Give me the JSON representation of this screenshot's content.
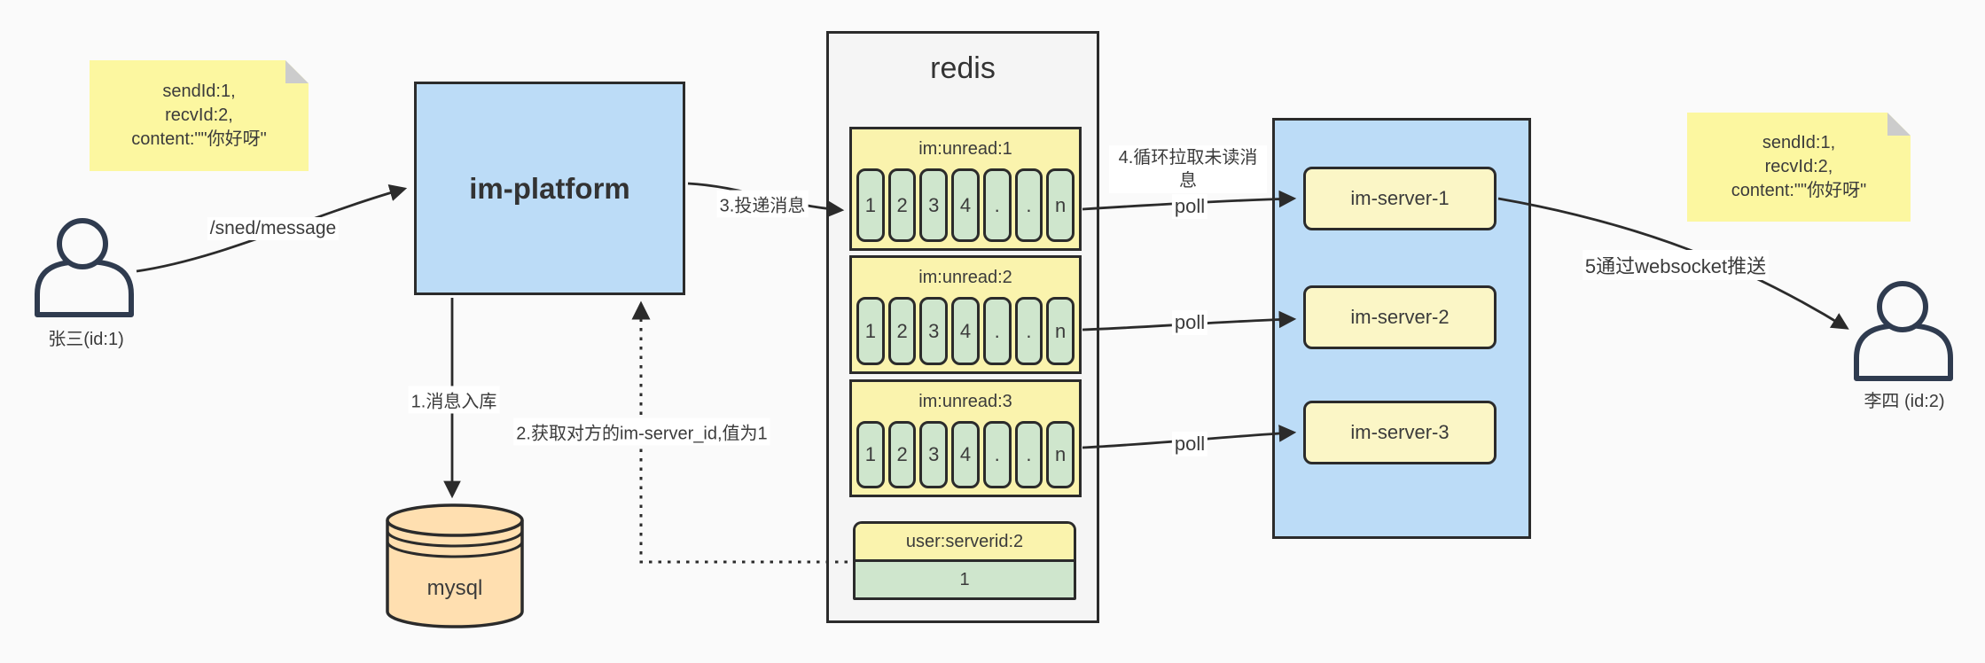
{
  "colors": {
    "background": "#fafafa",
    "container_gray": "#f5f5f5",
    "container_blue": "#bcdcf7",
    "note_yellow": "#fcf7a0",
    "queue_yellow": "#faf3ad",
    "server_yellow": "#fbf6c6",
    "cell_green": "#cfe6cd",
    "mysql_peach": "#ffdfb0",
    "line_dark": "#2b2b2b"
  },
  "actors": {
    "sender": {
      "label": "张三(id:1)"
    },
    "receiver": {
      "label": "李四 (id:2)"
    }
  },
  "notes": {
    "left": {
      "lines": [
        "sendId:1,",
        "recvId:2,",
        "content:\"\"你好呀\""
      ]
    },
    "right": {
      "lines": [
        "sendId:1,",
        "recvId:2,",
        "content:\"\"你好呀\""
      ]
    }
  },
  "platform": {
    "label": "im-platform"
  },
  "database": {
    "label": "mysql"
  },
  "redis": {
    "title": "redis",
    "queues": [
      {
        "title": "im:unread:1",
        "cells": [
          "1",
          "2",
          "3",
          "4",
          ".",
          ".",
          "n"
        ]
      },
      {
        "title": "im:unread:2",
        "cells": [
          "1",
          "2",
          "3",
          "4",
          ".",
          ".",
          "n"
        ]
      },
      {
        "title": "im:unread:3",
        "cells": [
          "1",
          "2",
          "3",
          "4",
          ".",
          ".",
          "n"
        ]
      }
    ],
    "kv": {
      "key": "user:serverid:2",
      "value": "1"
    }
  },
  "servers": [
    {
      "label": "im-server-1"
    },
    {
      "label": "im-server-2"
    },
    {
      "label": "im-server-3"
    }
  ],
  "edge_labels": {
    "send": "/sned/message",
    "store": "1.消息入库",
    "get_server_id": "2.获取对方的im-server_id,值为1",
    "deliver": "3.投递消息",
    "pull": "4.循环拉取未读消息",
    "poll_1": "poll",
    "poll_2": "poll",
    "poll_3": "poll",
    "push": "5通过websocket推送"
  }
}
